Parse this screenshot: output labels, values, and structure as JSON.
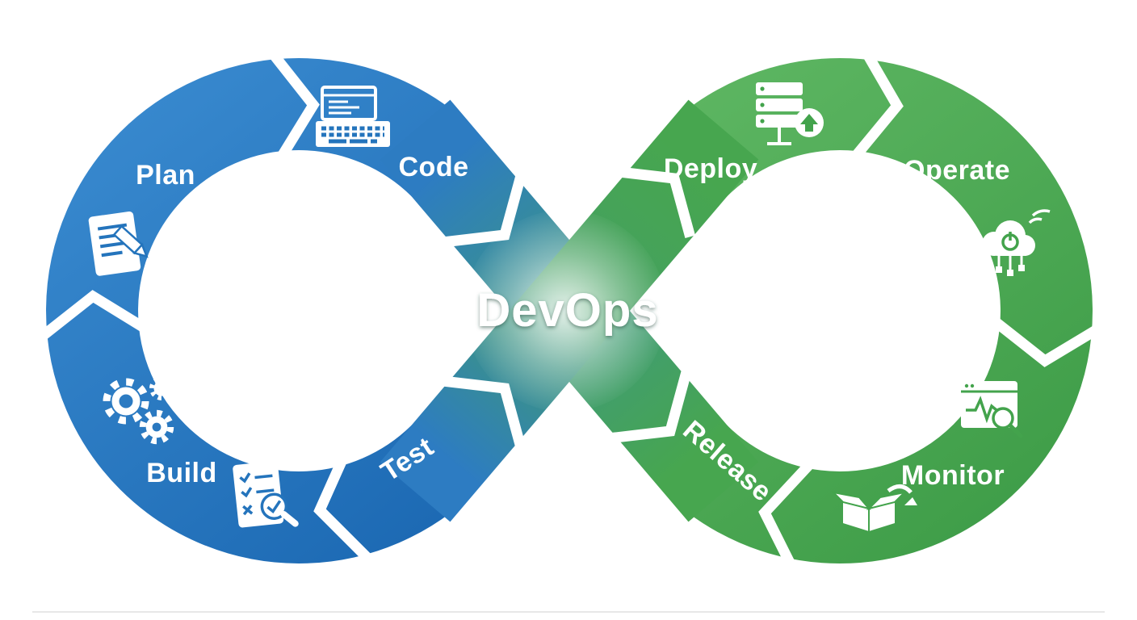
{
  "diagram": {
    "title": "DevOps",
    "stages": [
      {
        "label": "Plan",
        "icon": "document-pencil-icon",
        "loop": "dev"
      },
      {
        "label": "Code",
        "icon": "code-window-keyboard-icon",
        "loop": "dev"
      },
      {
        "label": "Build",
        "icon": "gears-icon",
        "loop": "dev"
      },
      {
        "label": "Test",
        "icon": "checklist-magnifier-icon",
        "loop": "dev"
      },
      {
        "label": "Release",
        "icon": "package-box-icon",
        "loop": "ops"
      },
      {
        "label": "Deploy",
        "icon": "server-upload-icon",
        "loop": "ops"
      },
      {
        "label": "Operate",
        "icon": "cloud-power-icon",
        "loop": "ops"
      },
      {
        "label": "Monitor",
        "icon": "monitor-pulse-magnifier-icon",
        "loop": "ops"
      }
    ],
    "colors": {
      "dev_loop_light": "#3a8bd0",
      "dev_loop_dark": "#1c69b3",
      "ops_loop_light": "#5cb561",
      "ops_loop_dark": "#3c9b46",
      "text": "#ffffff",
      "background": "#ffffff"
    }
  }
}
